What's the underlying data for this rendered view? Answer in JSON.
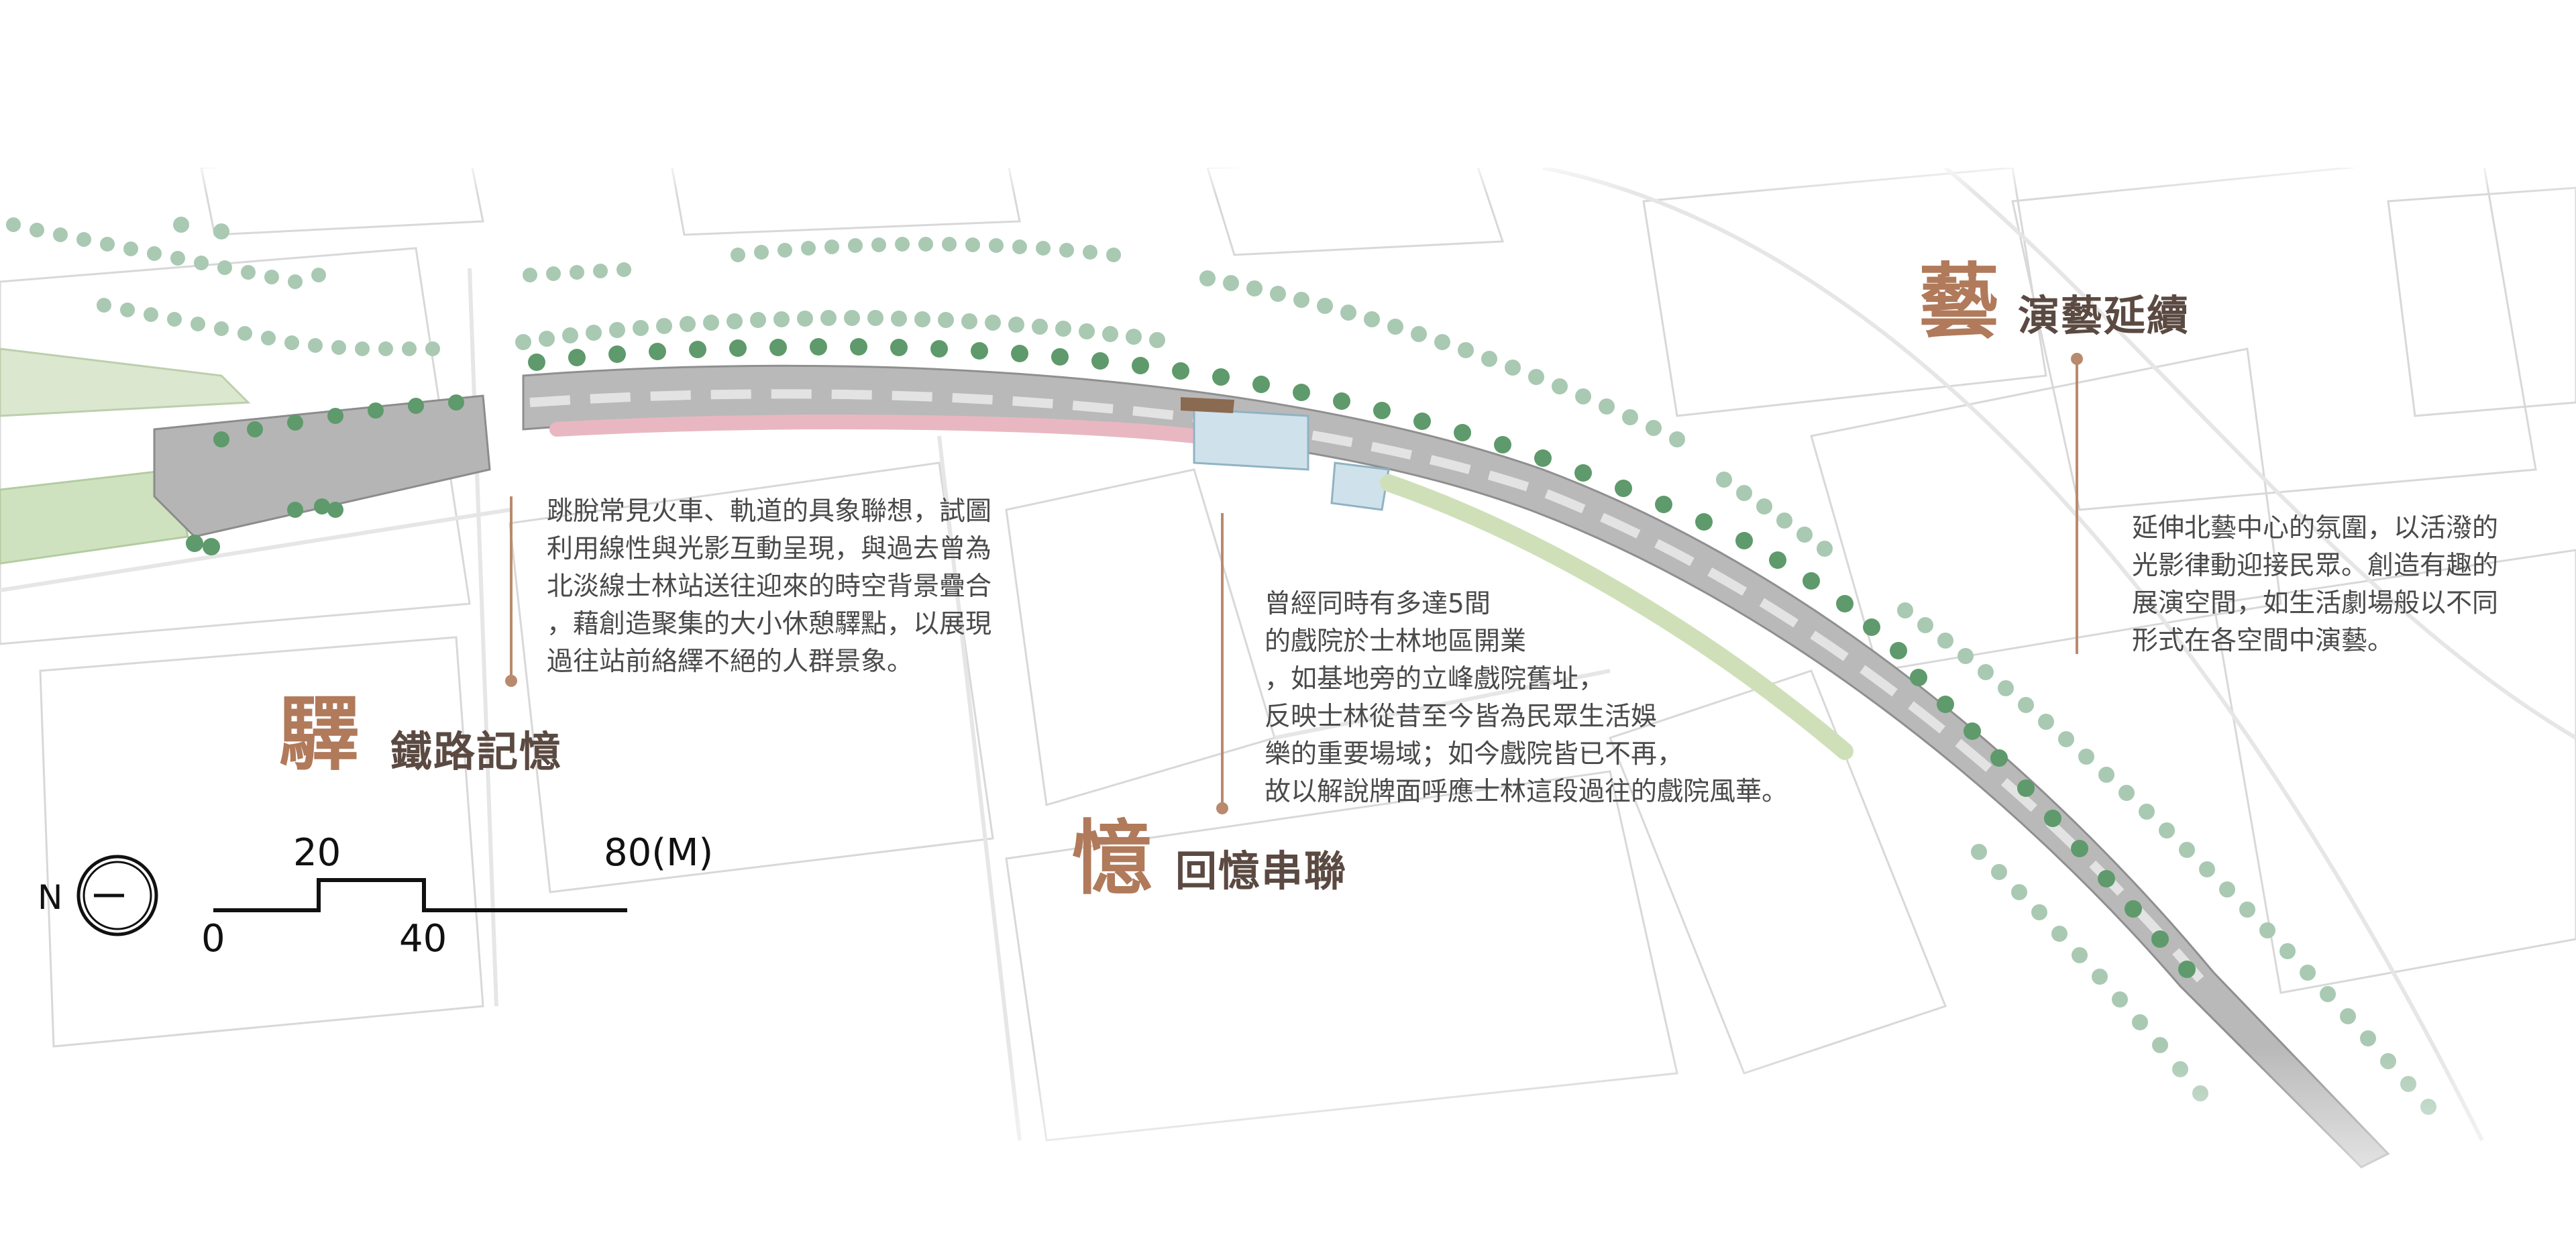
{
  "themes": {
    "yi": {
      "char": "驛",
      "title": "鐵路記憶",
      "description": "跳脫常見火車、軌道的具象聯想，試圖\n利用線性與光影互動呈現，與過去曾為\n北淡線士林站送往迎來的時空背景疊合\n，藉創造聚集的大小休憩驛點，以展現\n過往站前絡繹不絕的人群景象。"
    },
    "yi_memory": {
      "char": "憶",
      "title": "回憶串聯",
      "description": "曾經同時有多達5間\n的戲院於士林地區開業\n，如基地旁的立峰戲院舊址，\n反映士林從昔至今皆為民眾生活娛\n樂的重要場域；如今戲院皆已不再，\n故以解說牌面呼應士林這段過往的戲院風華。"
    },
    "yi_art": {
      "char": "藝",
      "title": "演藝延續",
      "description": "延伸北藝中心的氛圍，以活潑的\n光影律動迎接民眾。創造有趣的\n展演空間，如生活劇場般以不同\n形式在各空間中演藝。"
    }
  },
  "scale_bar": {
    "labels": [
      "0",
      "20",
      "40",
      "80(M)"
    ],
    "unit": "M"
  },
  "north_arrow": {
    "label": "N"
  },
  "colors": {
    "accent_brown": "#b07a5b",
    "title_dark": "#5b4a42",
    "leader_line": "#b88a6e",
    "tree_dark": "#5e9a6b",
    "tree_light": "#a9c9b2",
    "path_gray": "#9a9a9a"
  }
}
